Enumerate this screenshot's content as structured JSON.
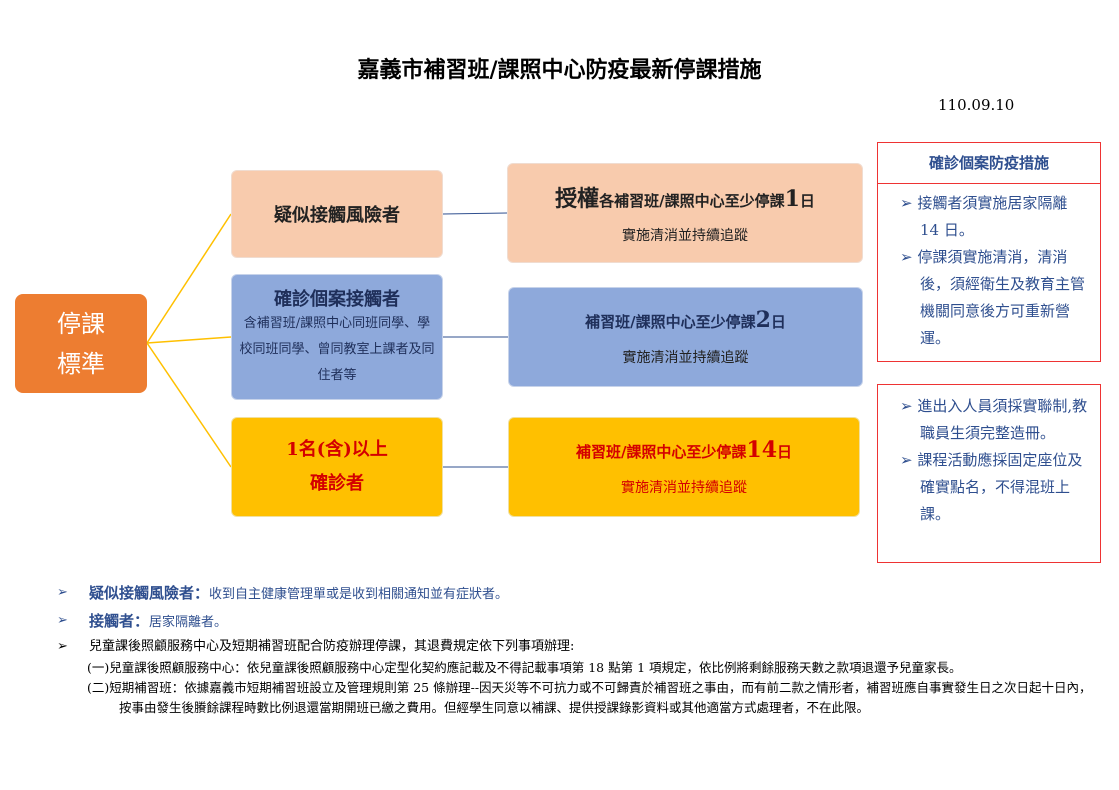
{
  "title": "嘉義市補習班/課照中心防疫最新停課措施",
  "date": "110.09.10",
  "root": {
    "line1": "停課",
    "line2": "標準"
  },
  "rows": [
    {
      "left": {
        "main": "疑似接觸風險者"
      },
      "right": {
        "prefix": "授權",
        "text": "各補習班/課照中心至少停課",
        "num": "1",
        "unit": "日",
        "sub": "實施清消並持續追蹤"
      }
    },
    {
      "left": {
        "main": "確診個案接觸者",
        "detail": "含補習班/課照中心同班同學、學校同班同學、曾同教室上課者及同住者等"
      },
      "right": {
        "text": "補習班/課照中心至少停課",
        "num": "2",
        "unit": "日",
        "sub": "實施清消並持續追蹤"
      }
    },
    {
      "left": {
        "main": "1名(含)以上",
        "main2": "確診者"
      },
      "right": {
        "text": "補習班/課照中心至少停課",
        "num": "14",
        "unit": "日",
        "sub": "實施清消並持續追蹤"
      }
    }
  ],
  "side1": {
    "header": "確診個案防疫措施",
    "items": [
      "接觸者須實施居家隔離 14 日。",
      "停課須實施清消，清消後，須經衛生及教育主管機關同意後方可重新營運。"
    ]
  },
  "side2": {
    "items": [
      "進出入人員須採實聯制,教職員生須完整造冊。",
      "課程活動應採固定座位及確實點名，不得混班上課。"
    ]
  },
  "notes": {
    "n1": {
      "term": "疑似接觸風險者：",
      "desc": "收到自主健康管理單或是收到相關通知並有症狀者。"
    },
    "n2": {
      "term": "接觸者：",
      "desc": "居家隔離者。"
    },
    "n3": "兒童課後照顧服務中心及短期補習班配合防疫辦理停課，其退費規定依下列事項辦理:",
    "s1": "(一)兒童課後照顧服務中心：依兒童課後照顧服務中心定型化契約應記載及不得記載事項第 18 點第 1 項規定，依比例將剩餘服務天數之款項退還予兒童家長。",
    "s2": "(二)短期補習班：依據嘉義市短期補習班設立及管理規則第 25 條辦理--因天災等不可抗力或不可歸責於補習班之事由，而有前二款之情形者，補習班應自事實發生日之次日起十日內，按事由發生後賸餘課程時數比例退還當期開班已繳之費用。但經學生同意以補課、提供授課錄影資料或其他適當方式處理者，不在此限。"
  },
  "colors": {
    "orange": "#ED7D31",
    "peach": "#F8CBAD",
    "blue": "#8EA9DB",
    "yellow": "#FFC000",
    "red_border": "#EE3333",
    "text_blue": "#2F4F8F"
  }
}
